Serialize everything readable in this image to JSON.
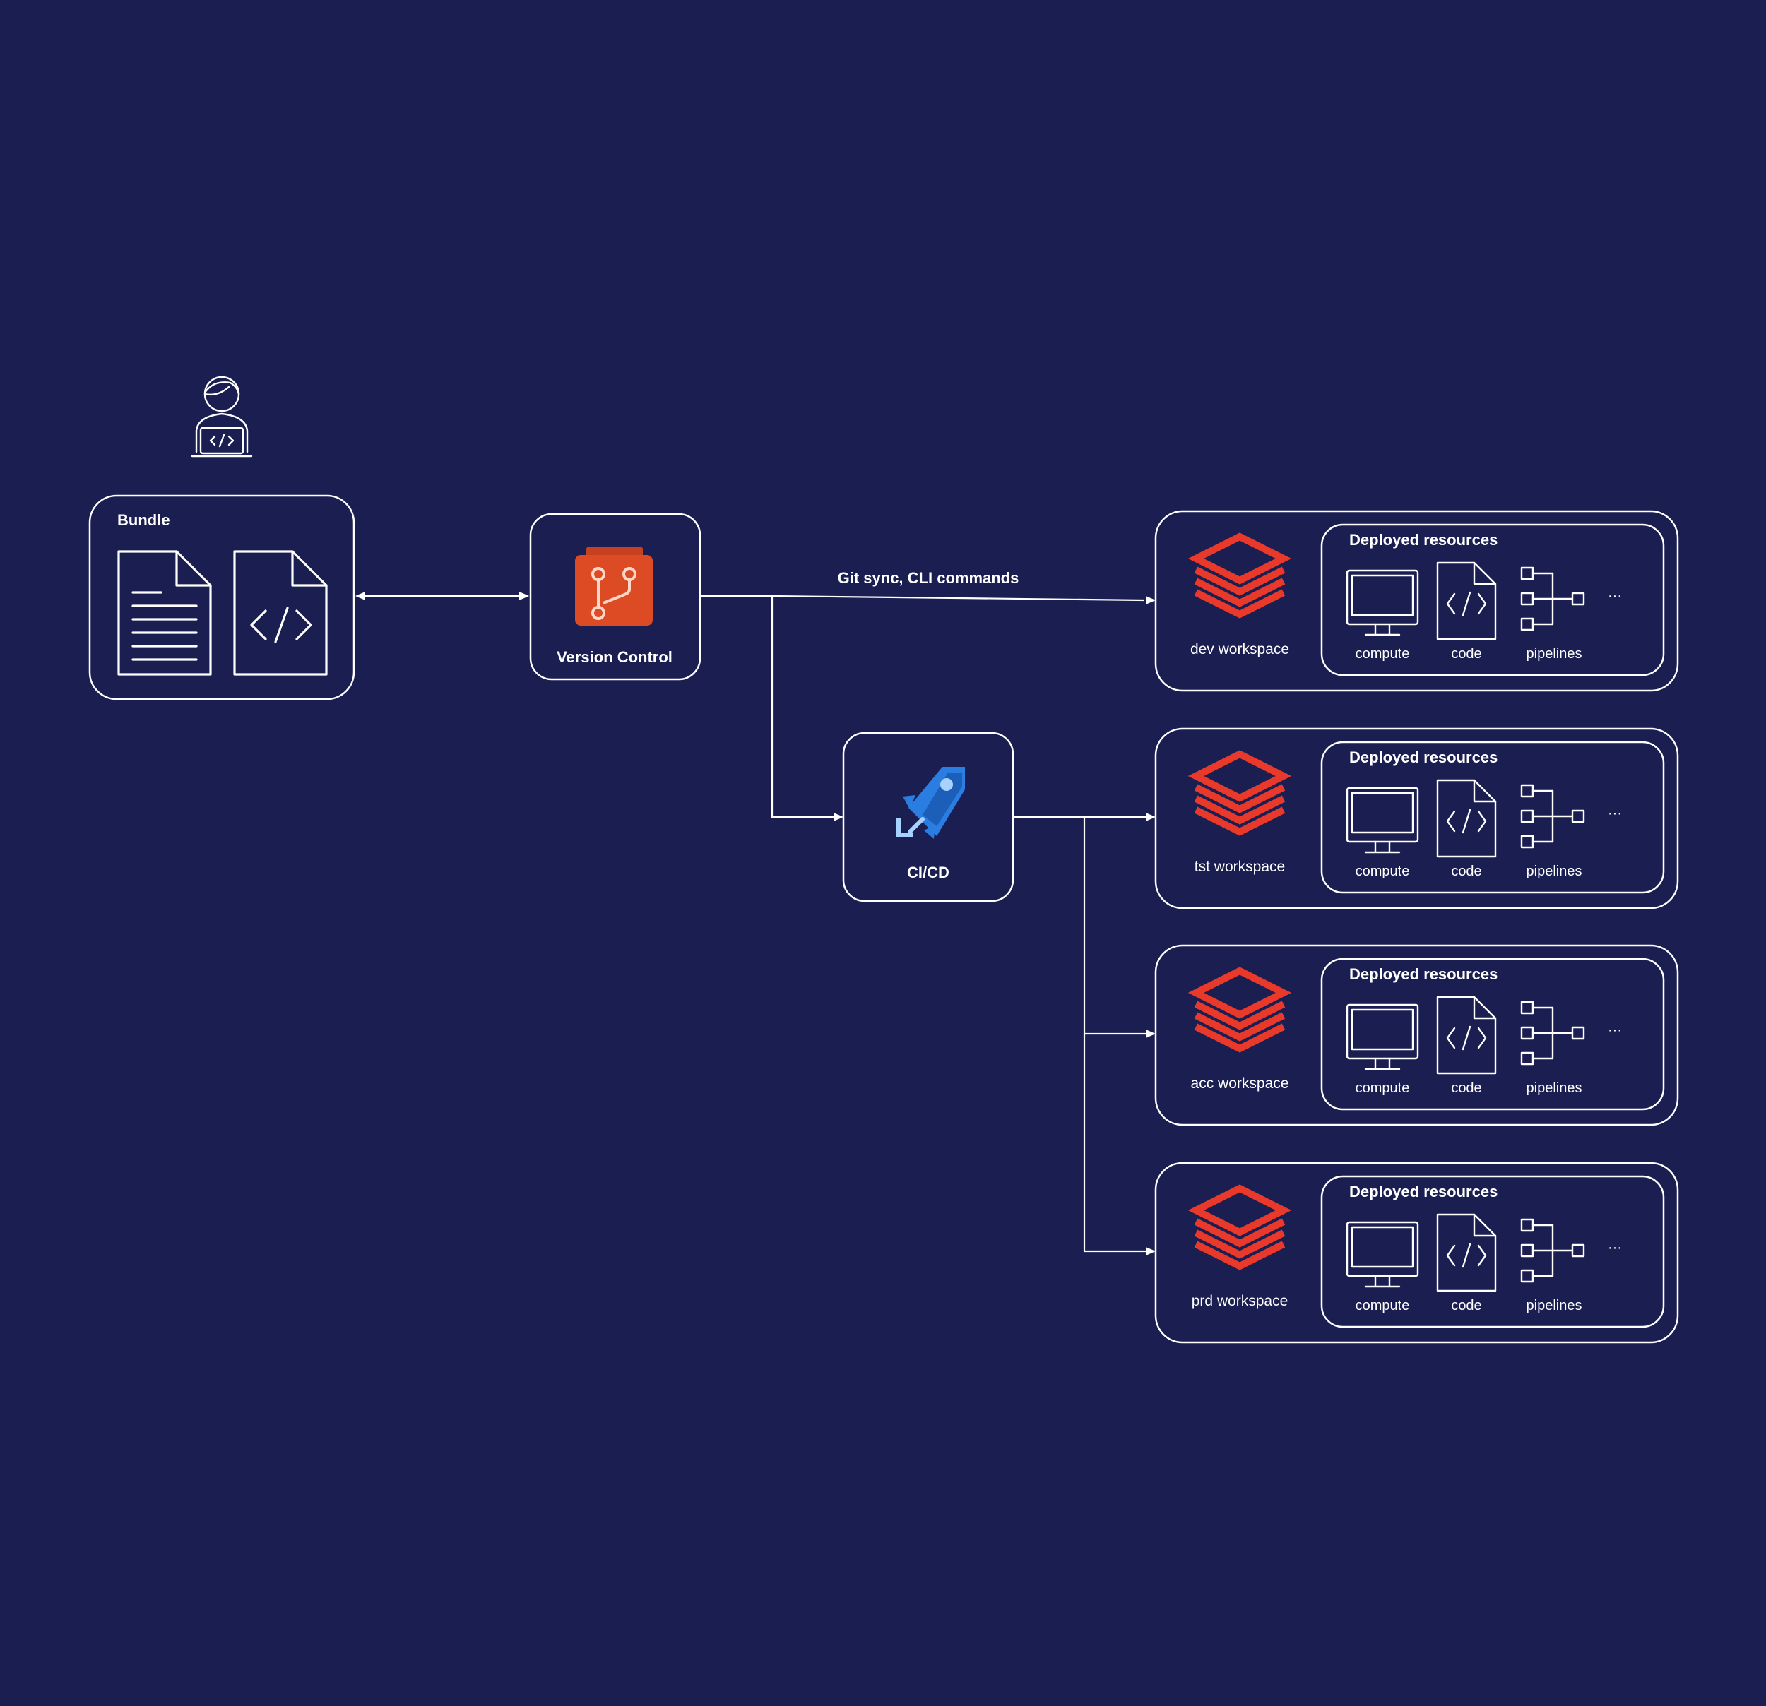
{
  "bundle": {
    "title": "Bundle"
  },
  "version_control": {
    "label": "Version Control"
  },
  "cicd": {
    "label": "CI/CD"
  },
  "connector_label": "Git sync, CLI commands",
  "workspaces": [
    {
      "label": "dev workspace"
    },
    {
      "label": "tst workspace"
    },
    {
      "label": "acc workspace"
    },
    {
      "label": "prd workspace"
    }
  ],
  "deployed_resources": {
    "title": "Deployed resources",
    "items": [
      "compute",
      "code",
      "pipelines"
    ],
    "more": "···"
  },
  "colors": {
    "background": "#1b1e51",
    "databricks_red": "#e8392b",
    "git_orange": "#dd4b25",
    "azure_blue": "#2a7de1"
  },
  "icons": [
    "developer-icon",
    "document-icon",
    "code-file-icon",
    "git-icon",
    "azure-pipelines-icon",
    "databricks-icon",
    "monitor-icon",
    "pipelines-icon"
  ]
}
